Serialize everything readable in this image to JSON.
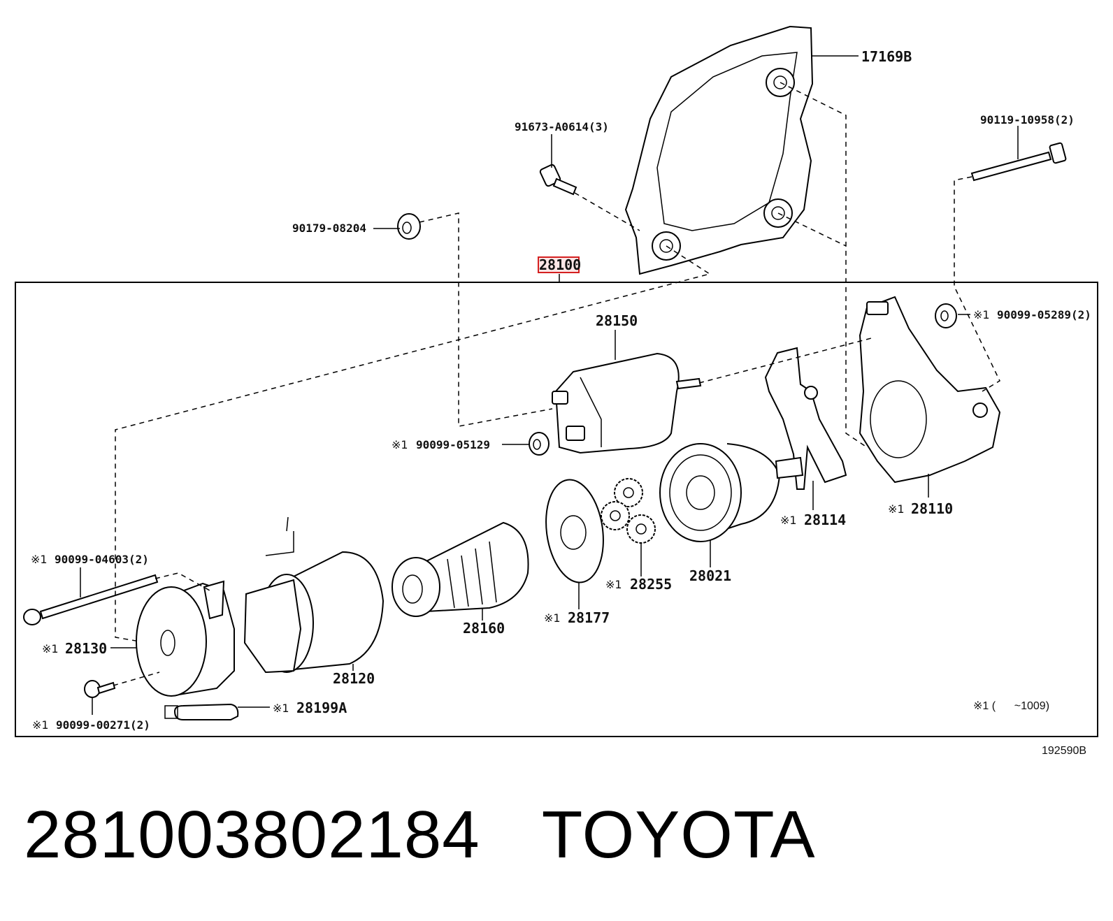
{
  "diagram": {
    "labels": {
      "l17169b": "17169B",
      "l91673": "91673-A0614(3)",
      "l90119": "90119-10958(2)",
      "l90179": "90179-08204",
      "l28100": "28100",
      "l28150": "28150",
      "l90099_05289": "90099-05289(2)",
      "l90099_05129": "90099-05129",
      "l28114": "28114",
      "l28110": "28110",
      "l90099_04603": "90099-04603(2)",
      "l28021": "28021",
      "l28255": "28255",
      "l28177": "28177",
      "l28160": "28160",
      "l28130": "28130",
      "l28120": "28120",
      "l28199a": "28199A",
      "l90099_00271": "90099-00271(2)",
      "note": "※1 (      ~1009)",
      "figure_id": "192590B"
    },
    "marker": "※1"
  },
  "caption": {
    "part_number": "281003802184",
    "brand": "TOYOTA"
  }
}
